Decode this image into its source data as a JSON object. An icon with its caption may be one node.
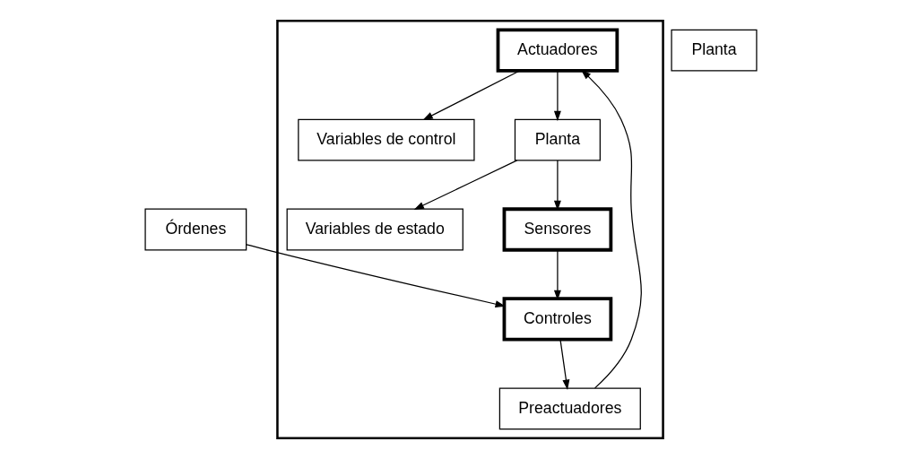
{
  "diagram": {
    "nodes": [
      {
        "text": [],
        "shape": "box"
      },
      {
        "text": [
          "Variables de control"
        ],
        "in": 0
      },
      {
        "text": [
          "Variables de estado"
        ],
        "in": 0
      },
      {
        "text": [
          "Actuadores"
        ],
        "in": 0
      },
      {
        "text": [
          "Planta"
        ],
        "in": 0
      },
      {
        "text": [
          "Sensores"
        ],
        "in": 0
      },
      {
        "text": [
          "Preactuadores"
        ],
        "in": 0
      },
      {
        "text": [
          "Controles"
        ],
        "in": 0
      },
      {
        "text": [
          "Órdenes"
        ]
      },
      {
        "text": [
          "Planta"
        ]
      }
    ],
    "edges": [
      {
        "from": 3,
        "to": 4,
        "arrow": "to"
      },
      {
        "from": 3,
        "to": 1,
        "arrow": "to"
      },
      {
        "from": 4,
        "to": 5,
        "arrow": "to"
      },
      {
        "from": 4,
        "to": 2,
        "arrow": "to"
      },
      {
        "from": 5,
        "to": 7,
        "arrow": "to"
      },
      {
        "from": 8,
        "to": 7,
        "arrow": "to"
      },
      {
        "from": 7,
        "to": 6,
        "arrow": "to"
      },
      {
        "from": 6,
        "to": 3,
        "arrow": "to"
      }
    ]
  }
}
